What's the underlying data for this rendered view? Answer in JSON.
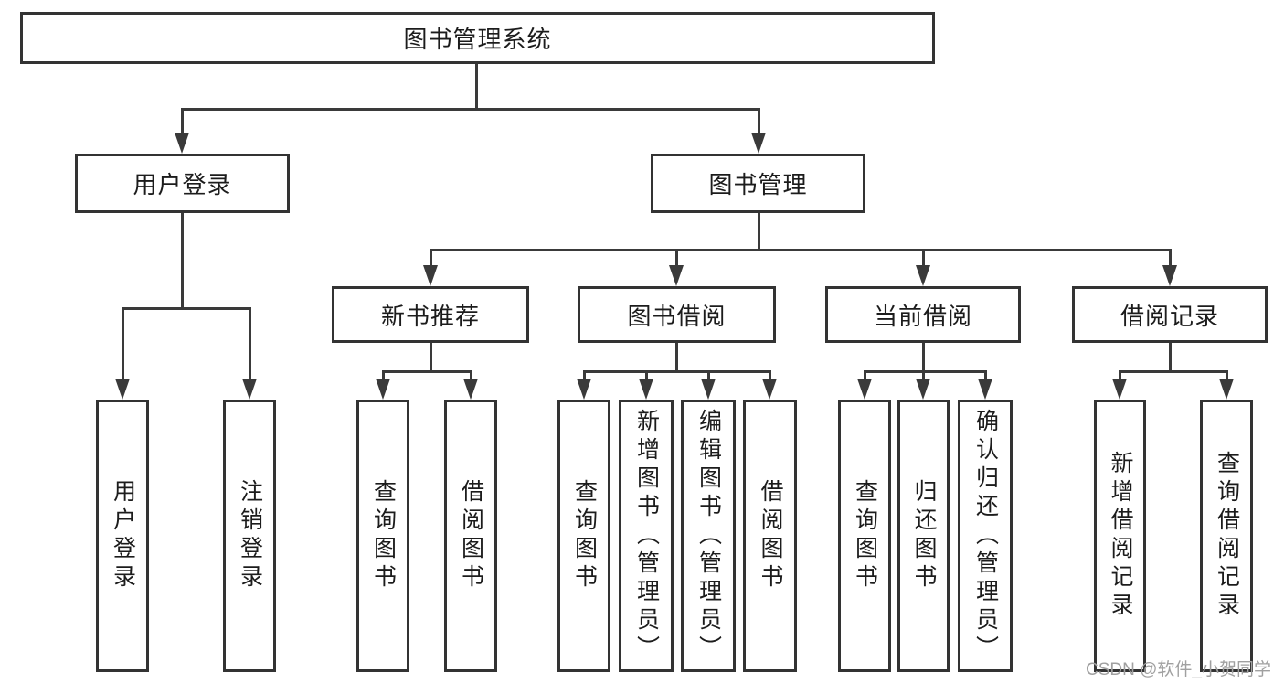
{
  "diagram": {
    "root": {
      "label": "图书管理系统"
    },
    "level2": [
      {
        "label": "用户登录"
      },
      {
        "label": "图书管理"
      }
    ],
    "level3": [
      {
        "label": "新书推荐"
      },
      {
        "label": "图书借阅"
      },
      {
        "label": "当前借阅"
      },
      {
        "label": "借阅记录"
      }
    ],
    "leaves": {
      "user": [
        "用户登录",
        "注销登录"
      ],
      "newbook": [
        "查询图书",
        "借阅图书"
      ],
      "borrow": [
        "查询图书",
        "新增图书（管理员）",
        "编辑图书（管理员）",
        "借阅图书"
      ],
      "current": [
        "查询图书",
        "归还图书",
        "确认归还（管理员）"
      ],
      "records": [
        "新增借阅记录",
        "查询借阅记录"
      ]
    }
  },
  "watermark": {
    "text": "CSDN @软件_小贺同学"
  },
  "colors": {
    "line": "#3a3a3a",
    "box_border": "#333333",
    "text": "#1c1c1c",
    "watermark": "#a0a0a0",
    "background": "#ffffff"
  }
}
